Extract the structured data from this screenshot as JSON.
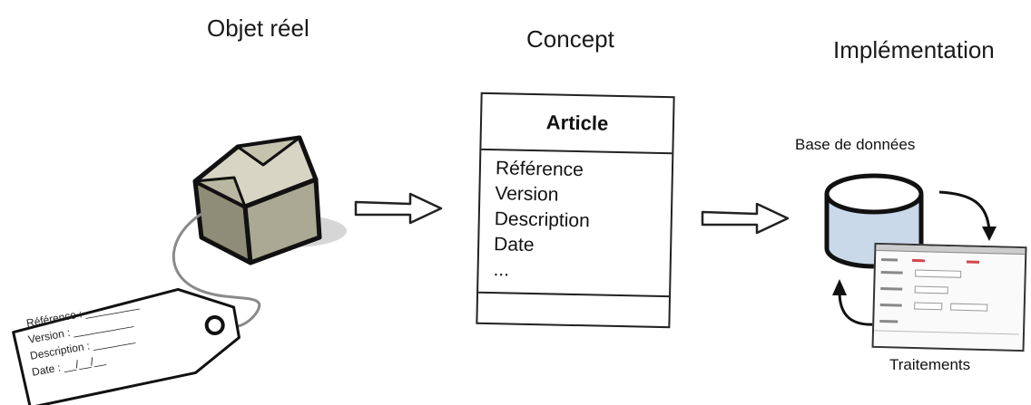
{
  "headings": {
    "real_object": "Objet réel",
    "concept": "Concept",
    "implementation": "Implémentation"
  },
  "tag": {
    "lines": [
      "Référence : _________",
      "Version : __________",
      "Description : _______",
      "Date : __/__/__"
    ]
  },
  "class_box": {
    "name": "Article",
    "attributes": [
      "Référence",
      "Version",
      "Description",
      "Date",
      "..."
    ]
  },
  "implementation": {
    "database_label": "Base de données",
    "processing_label": "Traitements"
  },
  "icons": [
    "box-icon",
    "tag-icon",
    "database-icon",
    "form-screen-icon",
    "arrow-right-icon",
    "cycle-arrow-icon"
  ]
}
